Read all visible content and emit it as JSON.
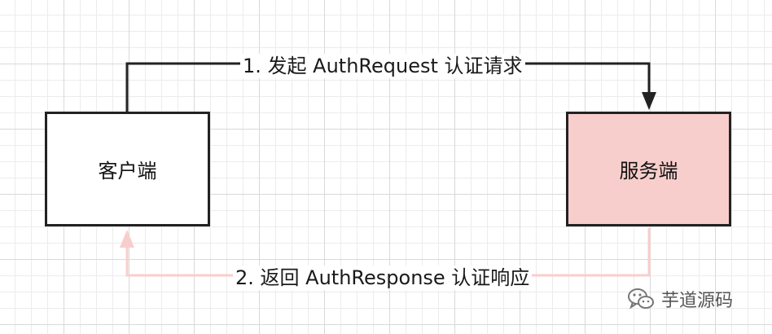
{
  "nodes": {
    "client": {
      "label": "客户端"
    },
    "server": {
      "label": "服务端",
      "fill": "#f8cecc"
    }
  },
  "edges": {
    "request": {
      "label": "1. 发起 AuthRequest 认证请求",
      "color": "#222222"
    },
    "response": {
      "label": "2. 返回 AuthResponse 认证响应",
      "color": "#f8cecc"
    }
  },
  "watermark": {
    "text": "芋道源码",
    "icon": "wechat-icon"
  }
}
